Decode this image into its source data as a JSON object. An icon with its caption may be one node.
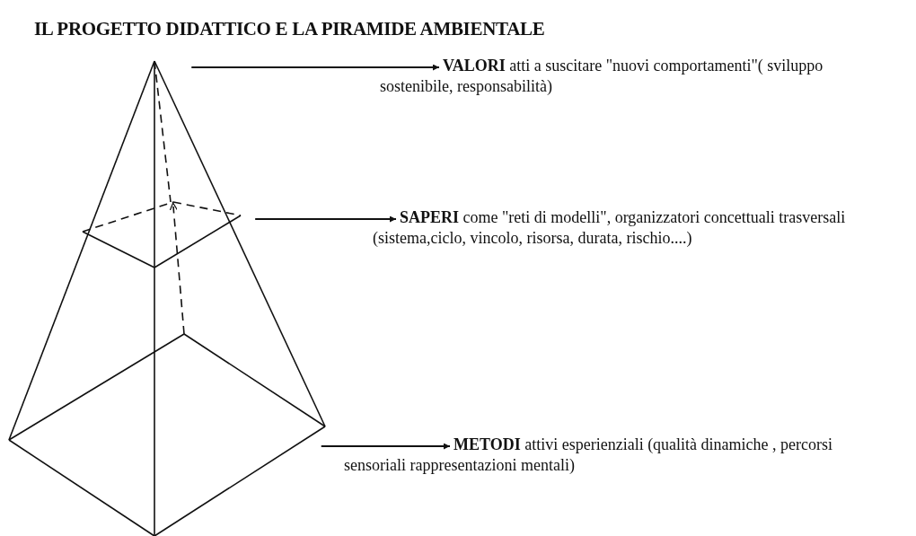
{
  "diagram": {
    "title": "IL PROGETTO DIDATTICO E LA PIRAMIDE AMBIENTALE",
    "nodes": [
      {
        "text": [],
        "shape": "picture"
      },
      {
        "text": [
          "**VALORI** atti a suscitare \"nuovi comportamenti\"( sviluppo sostenibile, responsabilità)"
        ]
      },
      {
        "text": [
          "**SAPERI** come \"reti di modelli\", organizzatori concettuali trasversali (sistema,ciclo, vincolo, risorsa, durata, rischio....)"
        ]
      },
      {
        "text": [
          "**METODI** attivi esperienziali (qualità dinamiche , percorsi sensoriali rappresentazioni mentali)"
        ]
      }
    ],
    "edges": [
      {
        "from": 0,
        "to": 1,
        "arrow": "to"
      },
      {
        "from": 0,
        "to": 2,
        "arrow": "to"
      },
      {
        "from": 0,
        "to": 3,
        "arrow": "to"
      }
    ]
  }
}
